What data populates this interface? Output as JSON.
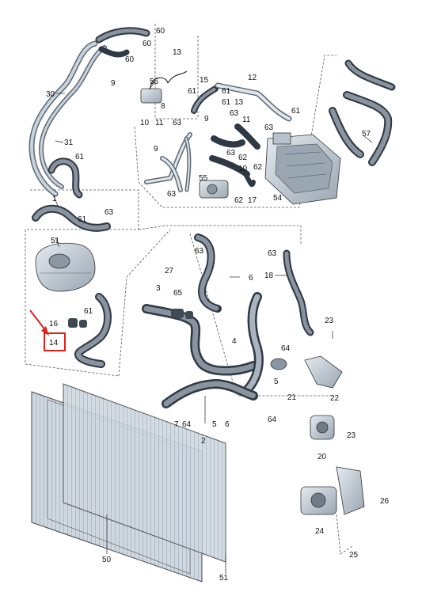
{
  "colors": {
    "part_fill": "#c9d3dd",
    "part_dark": "#5d6873",
    "callout_red": "#e0201b",
    "line": "#222222"
  },
  "highlight": {
    "label": "14",
    "arrow_color": "#e0201b"
  },
  "labels": {
    "l60a": "60",
    "l60b": "60",
    "l60c": "60",
    "l13a": "13",
    "l9a": "9",
    "l30": "30",
    "l56": "56",
    "l12": "12",
    "l15": "15",
    "l61a": "61",
    "l61b": "61",
    "l13b": "13",
    "l61c": "61",
    "l8": "8",
    "l10": "10",
    "l11a": "11",
    "l63a": "63",
    "l9b": "9",
    "l63b": "63",
    "l11b": "11",
    "l63c": "63",
    "l57": "57",
    "l31": "31",
    "l61d": "61",
    "l9c": "9",
    "l63d": "63",
    "l62a": "62",
    "l10b": "10",
    "l62b": "62",
    "l55": "55",
    "l63e": "63",
    "l62c": "62",
    "l17": "17",
    "l54": "54",
    "l1": "1",
    "l61e": "61",
    "l63f": "63",
    "l51a": "51",
    "l63g": "63",
    "l63h": "63",
    "l27": "27",
    "l6": "6",
    "l18": "18",
    "l61f": "61",
    "l3": "3",
    "l65": "65",
    "l16": "16",
    "l14": "14",
    "l4": "4",
    "l23a": "23",
    "l64a": "64",
    "l5": "5",
    "l22": "22",
    "l21": "21",
    "l7": "7",
    "l64b": "64",
    "l5b": "5",
    "l6b": "6",
    "l2": "2",
    "l64c": "64",
    "l20": "20",
    "l23b": "23",
    "l26": "26",
    "l24": "24",
    "l25": "25",
    "l50": "50",
    "l51b": "51"
  }
}
